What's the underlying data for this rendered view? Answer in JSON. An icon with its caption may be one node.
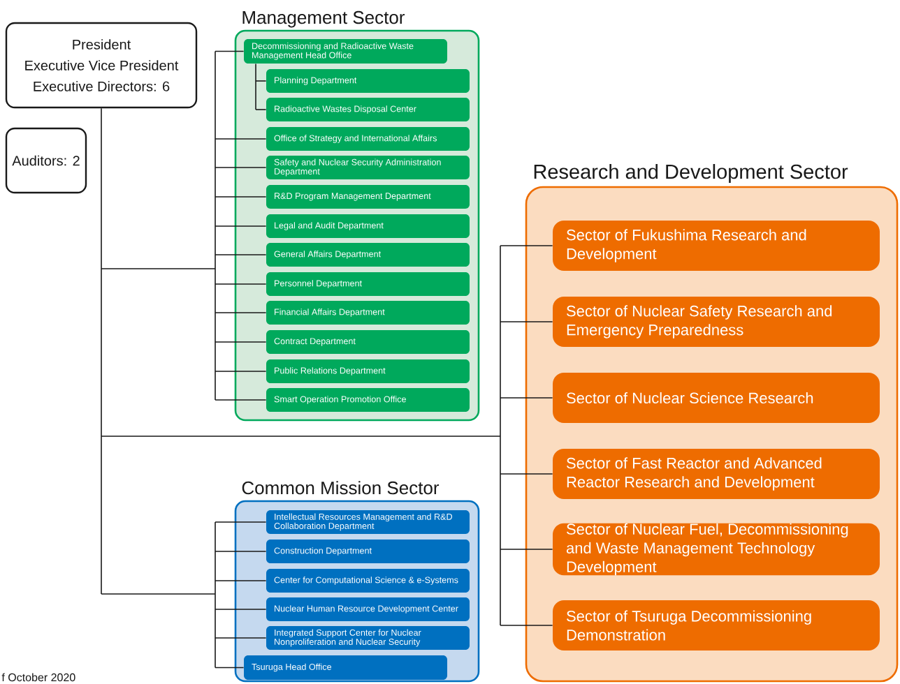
{
  "diagram": {
    "nodes": [
      {
        "text": [
          "President",
          "Executive Vice President",
          "Executive Directors: 6"
        ]
      },
      {
        "text": [
          "Auditors: 2"
        ]
      },
      {
        "text": [
          "Management Sector"
        ]
      },
      {
        "text": [
          "Decommissioning and Radioactive Waste Management Head Office"
        ],
        "in": 2
      },
      {
        "text": [
          "Planning Department"
        ],
        "in": 2
      },
      {
        "text": [
          "Radioactive Wastes Disposal Center"
        ],
        "in": 2
      },
      {
        "text": [
          "Office of Strategy and International Affairs"
        ],
        "in": 2
      },
      {
        "text": [
          "Safety and Nuclear Security Administration Department"
        ],
        "in": 2
      },
      {
        "text": [
          "R&D Program Management Department"
        ],
        "in": 2
      },
      {
        "text": [
          "Legal and Audit Department"
        ],
        "in": 2
      },
      {
        "text": [
          "General Affairs Department"
        ],
        "in": 2
      },
      {
        "text": [
          "Personnel Department"
        ],
        "in": 2
      },
      {
        "text": [
          "Financial Affairs Department"
        ],
        "in": 2
      },
      {
        "text": [
          "Contract Department"
        ],
        "in": 2
      },
      {
        "text": [
          "Public Relations Department"
        ],
        "in": 2
      },
      {
        "text": [
          "Smart Operation Promotion Office"
        ],
        "in": 2
      },
      {
        "text": [
          "Research and Development Sector"
        ]
      },
      {
        "text": [
          "Sector of Fukushima Research and Development"
        ],
        "in": 16
      },
      {
        "text": [
          "Sector of Nuclear Safety Research and Emergency Preparedness"
        ],
        "in": 16
      },
      {
        "text": [
          "Sector of Nuclear Science Research"
        ],
        "in": 16
      },
      {
        "text": [
          "Sector of Fast Reactor and Advanced Reactor Research and Development"
        ],
        "in": 16
      },
      {
        "text": [
          "Sector of Nuclear Fuel, Decommissioning and Waste Management Technology Development"
        ],
        "in": 16
      },
      {
        "text": [
          "Sector of Tsuruga Decommissioning Demonstration"
        ],
        "in": 16
      },
      {
        "text": [
          "Common Mission Sector"
        ]
      },
      {
        "text": [
          "Intellectual Resources Management and R&D Collaboration Department"
        ],
        "in": 23
      },
      {
        "text": [
          "Construction Department"
        ],
        "in": 23
      },
      {
        "text": [
          "Center for Computational Science & e-Systems"
        ],
        "in": 23
      },
      {
        "text": [
          "Nuclear Human Resource Development Center"
        ],
        "in": 23
      },
      {
        "text": [
          "Integrated Support Center for Nuclear Nonproliferation and Nuclear Security"
        ],
        "in": 23
      },
      {
        "text": [
          "Tsuruga Head Office"
        ],
        "in": 23
      }
    ],
    "edges": [
      {
        "from": 0,
        "to": 3,
        "arrow": "none"
      },
      {
        "from": 3,
        "to": 4,
        "arrow": "none"
      },
      {
        "from": 3,
        "to": 5,
        "arrow": "none"
      },
      {
        "from": 0,
        "to": 6,
        "arrow": "none"
      },
      {
        "from": 0,
        "to": 7,
        "arrow": "none"
      },
      {
        "from": 0,
        "to": 8,
        "arrow": "none"
      },
      {
        "from": 0,
        "to": 9,
        "arrow": "none"
      },
      {
        "from": 0,
        "to": 10,
        "arrow": "none"
      },
      {
        "from": 0,
        "to": 11,
        "arrow": "none"
      },
      {
        "from": 0,
        "to": 12,
        "arrow": "none"
      },
      {
        "from": 0,
        "to": 13,
        "arrow": "none"
      },
      {
        "from": 0,
        "to": 14,
        "arrow": "none"
      },
      {
        "from": 0,
        "to": 15,
        "arrow": "none"
      },
      {
        "from": 0,
        "to": 17,
        "arrow": "none"
      },
      {
        "from": 0,
        "to": 18,
        "arrow": "none"
      },
      {
        "from": 0,
        "to": 19,
        "arrow": "none"
      },
      {
        "from": 0,
        "to": 20,
        "arrow": "none"
      },
      {
        "from": 0,
        "to": 21,
        "arrow": "none"
      },
      {
        "from": 0,
        "to": 22,
        "arrow": "none"
      },
      {
        "from": 0,
        "to": 24,
        "arrow": "none"
      },
      {
        "from": 0,
        "to": 25,
        "arrow": "none"
      },
      {
        "from": 0,
        "to": 26,
        "arrow": "none"
      },
      {
        "from": 0,
        "to": 27,
        "arrow": "none"
      },
      {
        "from": 0,
        "to": 28,
        "arrow": "none"
      },
      {
        "from": 0,
        "to": 29,
        "arrow": "none"
      }
    ],
    "labels": [
      "f October 2020"
    ]
  }
}
